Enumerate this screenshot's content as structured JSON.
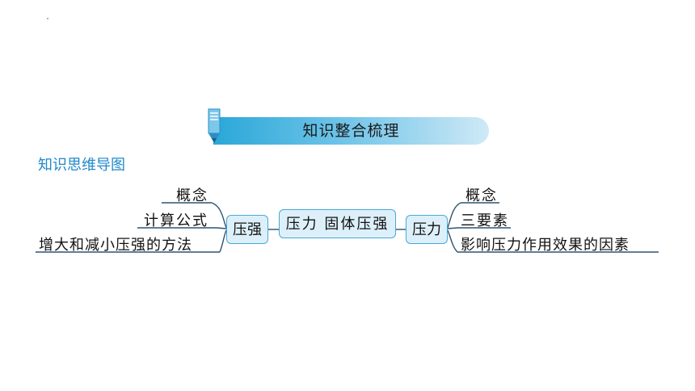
{
  "banner": {
    "title": "知识整合梳理",
    "icon": "pencil-book-icon"
  },
  "subtitle": "知识思维导图",
  "colors": {
    "accent": "#46a9d9",
    "box_fill": "#ddf0fa",
    "subtitle": "#1f88c9",
    "line": "#2c5470"
  },
  "mindmap": {
    "center": "压力 固体压强",
    "left": {
      "node": "压强",
      "branches": [
        "概念",
        "计算公式",
        "增大和减小压强的方法"
      ]
    },
    "right": {
      "node": "压力",
      "branches": [
        "概念",
        "三要素",
        "影响压力作用效果的因素"
      ]
    }
  }
}
